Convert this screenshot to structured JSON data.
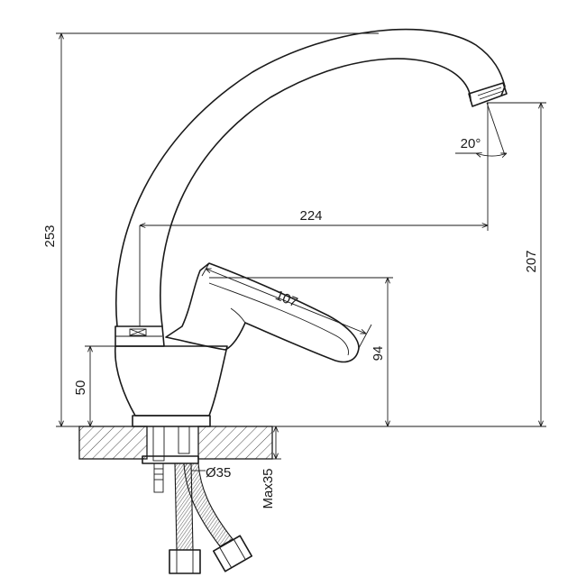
{
  "dimensions": {
    "height_total": "253",
    "height_spout": "207",
    "reach": "224",
    "lever_length": "107",
    "lever_height": "94",
    "body_height": "50",
    "spout_angle": "20°",
    "hole_diameter": "Ø35",
    "max_deck": "Max35"
  },
  "colors": {
    "line": "#1a1a1a",
    "background": "#ffffff"
  }
}
